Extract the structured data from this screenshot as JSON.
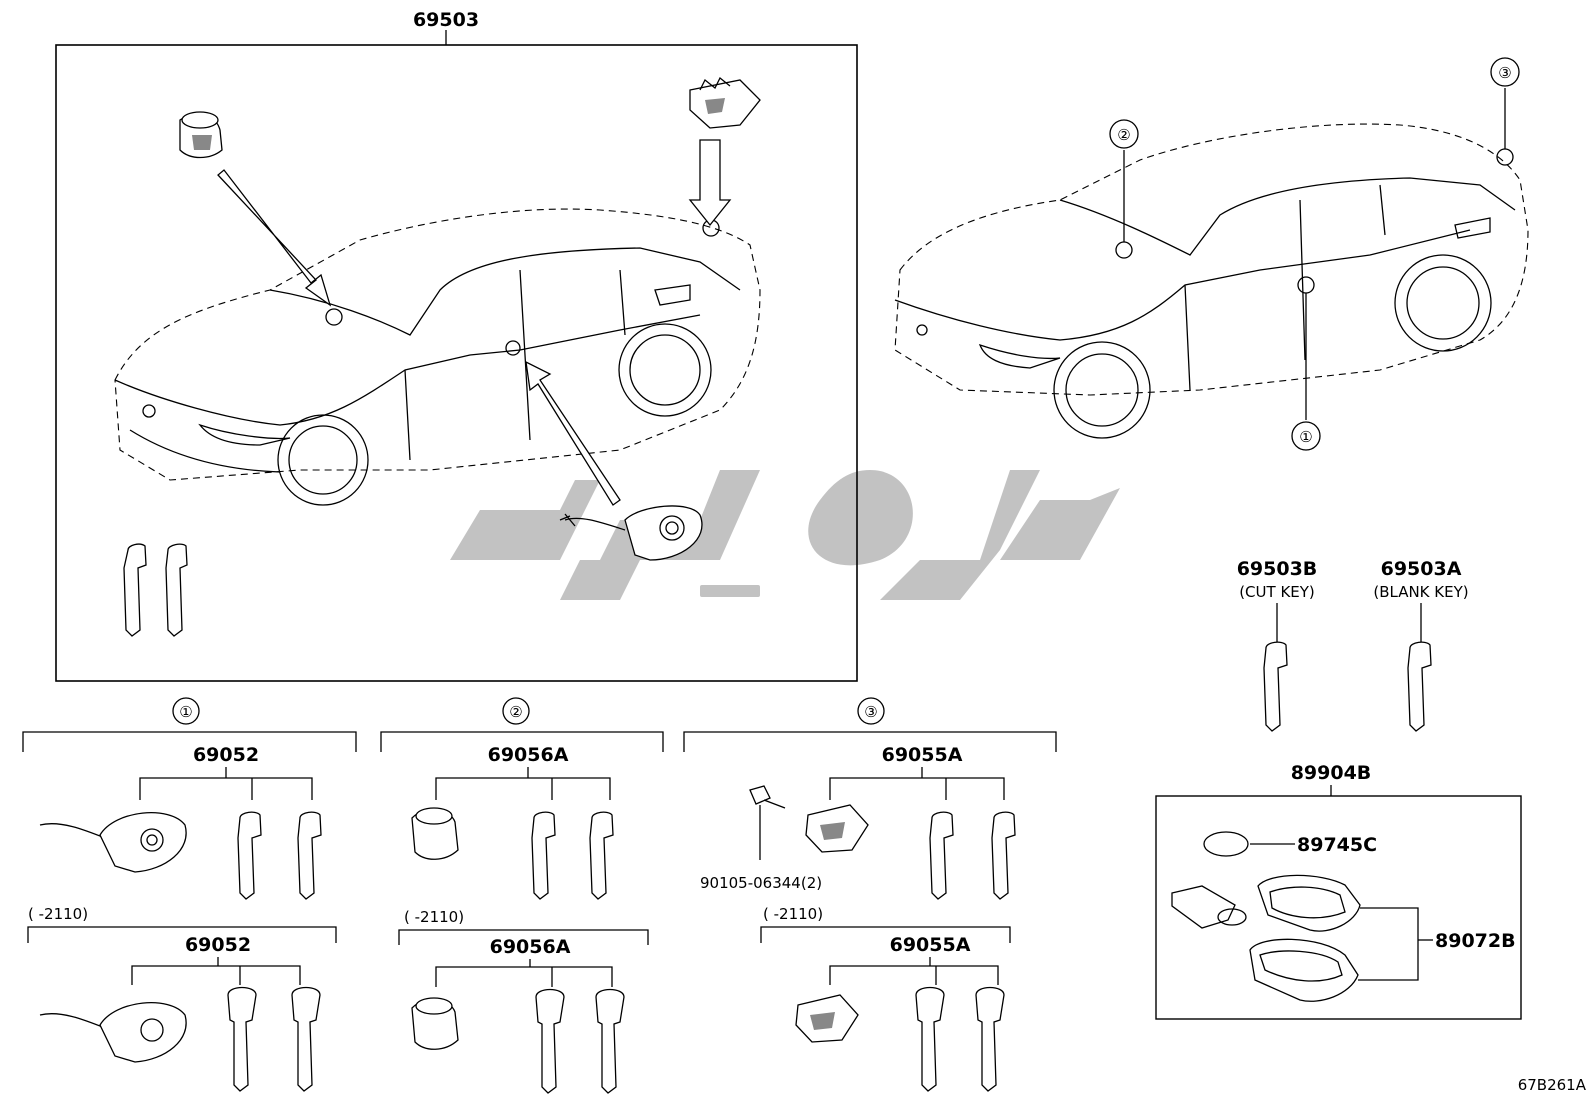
{
  "diagram_code": "67B261A",
  "main_set": {
    "label": "69503"
  },
  "callouts": [
    "①",
    "②",
    "③"
  ],
  "loose_keys": {
    "cut_key": {
      "number": "69503B",
      "desc": "(CUT KEY)"
    },
    "blank_key": {
      "number": "69503A",
      "desc": "(BLANK KEY)"
    }
  },
  "groups": [
    {
      "callout": "①",
      "top_number": "69052",
      "range_label": "(      -2110)",
      "bottom_number": "69052"
    },
    {
      "callout": "②",
      "top_number": "69056A",
      "range_label": "(      -2110)",
      "bottom_number": "69056A"
    },
    {
      "callout": "③",
      "top_number": "69055A",
      "bolt_number": "90105-06344(2)",
      "range_label": "(      -2110)",
      "bottom_number": "69055A"
    }
  ],
  "smart_key": {
    "number": "89904B",
    "battery_number": "89745C",
    "fob_number": "89072B"
  },
  "colors": {
    "line": "#000000",
    "watermark": "#bfbfbf",
    "background": "#ffffff"
  }
}
